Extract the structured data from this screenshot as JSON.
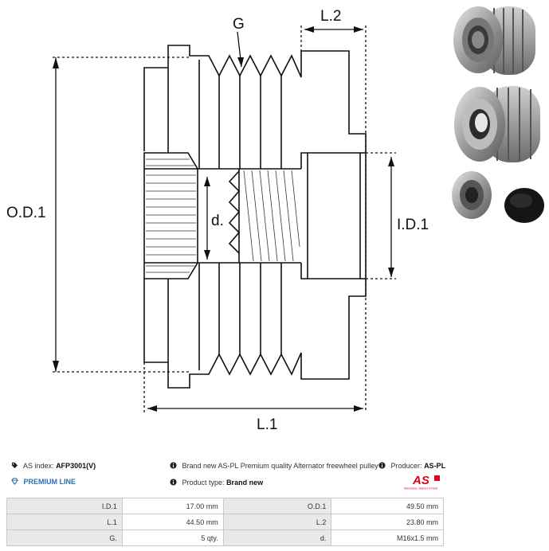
{
  "drawing": {
    "label_g": "G",
    "label_l2": "L.2",
    "label_od1": "O.D.1",
    "label_id1": "I.D.1",
    "label_d": "d.",
    "label_l1": "L.1"
  },
  "info": {
    "as_index_label": "AS index:",
    "as_index_value": "AFP3001(V)",
    "description": "Brand new AS-PL Premium quality Alternator freewheel pulley",
    "producer_label": "Producer:",
    "producer_value": "AS-PL",
    "premium_line": "PREMIUM LINE",
    "product_type_label": "Product type:",
    "product_type_value": "Brand new"
  },
  "logo": {
    "text": "AS",
    "tagline": "Alternators, Starters & Parts",
    "color": "#e3001b"
  },
  "specs": [
    {
      "l1": "I.D.1",
      "v1": "17.00 mm",
      "l2": "O.D.1",
      "v2": "49.50 mm"
    },
    {
      "l1": "L.1",
      "v1": "44.50 mm",
      "l2": "L.2",
      "v2": "23.80 mm"
    },
    {
      "l1": "G.",
      "v1": "5 qty.",
      "l2": "d.",
      "v2": "M16x1.5 mm"
    }
  ]
}
